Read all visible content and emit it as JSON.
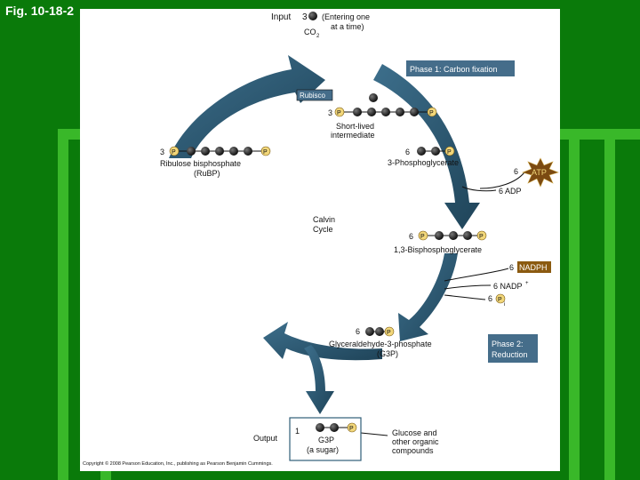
{
  "figure_label": "Fig. 10-18-2",
  "input": {
    "label": "Input",
    "count": "3",
    "co2": "CO",
    "co2_sub": "2",
    "note_line1": "(Entering one",
    "note_line2": "at a time)"
  },
  "phase1": "Phase 1: Carbon fixation",
  "rubisco": "Rubisco",
  "short_lived": {
    "count": "3",
    "line1": "Short-lived",
    "line2": "intermediate"
  },
  "rubp": {
    "count": "3",
    "line1": "Ribulose bisphosphate",
    "line2": "(RuBP)"
  },
  "pga": {
    "count": "6",
    "label": "3-Phosphoglycerate"
  },
  "atp": {
    "count": "6",
    "label": "ATP"
  },
  "adp": "6 ADP",
  "calvin": {
    "line1": "Calvin",
    "line2": "Cycle"
  },
  "bpg": {
    "count": "6",
    "label": "1,3-Bisphosphoglycerate"
  },
  "nadph": {
    "count": "6",
    "label": "NADPH"
  },
  "nadp": {
    "label": "6 NADP",
    "sup": "+"
  },
  "pi": {
    "count": "6",
    "label": "P",
    "sub": "i"
  },
  "g3p": {
    "count": "6",
    "line1": "Glyceraldehyde-3-phosphate",
    "line2": "(G3P)"
  },
  "phase2": {
    "line1": "Phase 2:",
    "line2": "Reduction"
  },
  "output": {
    "label": "Output",
    "count": "1",
    "line1": "G3P",
    "line2": "(a sugar)"
  },
  "glucose": {
    "line1": "Glucose and",
    "line2": "other organic",
    "line3": "compounds"
  },
  "phosphate_label": "P",
  "copyright": "Copyright © 2008 Pearson Education, Inc., publishing as Pearson Benjamin Cummings.",
  "colors": {
    "background": "#0a7a0a",
    "stripe": "#39b829",
    "arrow": "#2f5d77",
    "phase_box": "#456d8a",
    "phosphate": "#f2d77a",
    "atp_star": "#7b4a12",
    "nadph_box": "#8b5a10"
  }
}
